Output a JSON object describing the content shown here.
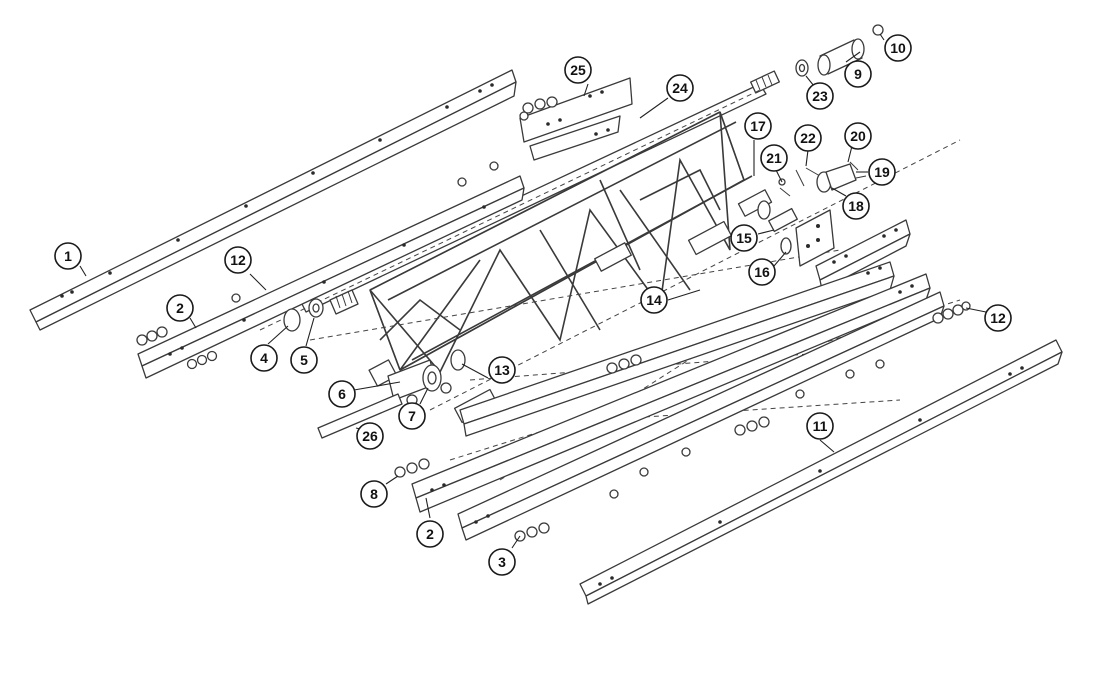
{
  "callouts": [
    {
      "id": "1",
      "label": "1"
    },
    {
      "id": "2a",
      "label": "2"
    },
    {
      "id": "2b",
      "label": "2"
    },
    {
      "id": "3",
      "label": "3"
    },
    {
      "id": "4",
      "label": "4"
    },
    {
      "id": "5",
      "label": "5"
    },
    {
      "id": "6",
      "label": "6"
    },
    {
      "id": "7",
      "label": "7"
    },
    {
      "id": "8",
      "label": "8"
    },
    {
      "id": "9",
      "label": "9"
    },
    {
      "id": "10",
      "label": "10"
    },
    {
      "id": "11",
      "label": "11"
    },
    {
      "id": "12a",
      "label": "12"
    },
    {
      "id": "12b",
      "label": "12"
    },
    {
      "id": "13",
      "label": "13"
    },
    {
      "id": "14",
      "label": "14"
    },
    {
      "id": "15",
      "label": "15"
    },
    {
      "id": "16",
      "label": "16"
    },
    {
      "id": "17",
      "label": "17"
    },
    {
      "id": "18",
      "label": "18"
    },
    {
      "id": "19",
      "label": "19"
    },
    {
      "id": "20",
      "label": "20"
    },
    {
      "id": "21",
      "label": "21"
    },
    {
      "id": "22",
      "label": "22"
    },
    {
      "id": "23",
      "label": "23"
    },
    {
      "id": "24",
      "label": "24"
    },
    {
      "id": "25",
      "label": "25"
    },
    {
      "id": "26",
      "label": "26"
    }
  ]
}
